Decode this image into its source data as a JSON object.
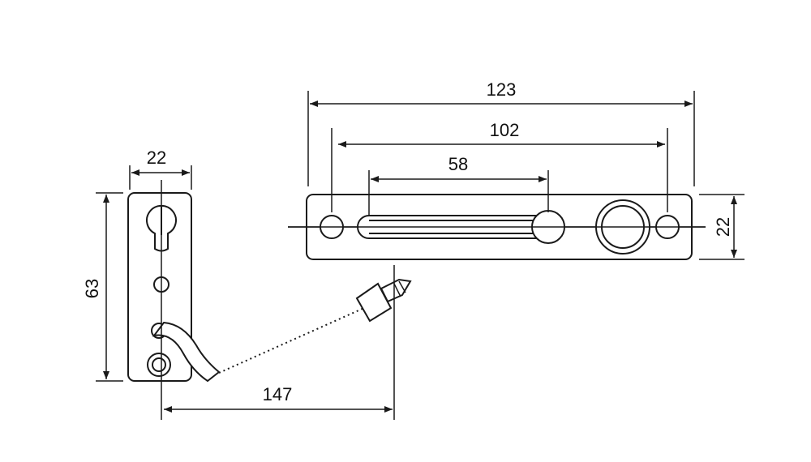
{
  "dimensions": {
    "overall_length": "123",
    "hole_spacing": "102",
    "slot_length": "58",
    "bar_height": "22",
    "plate_width": "22",
    "plate_height": "63",
    "swing_reach": "147"
  },
  "colors": {
    "line": "#1a1a1a",
    "background": "#ffffff"
  }
}
